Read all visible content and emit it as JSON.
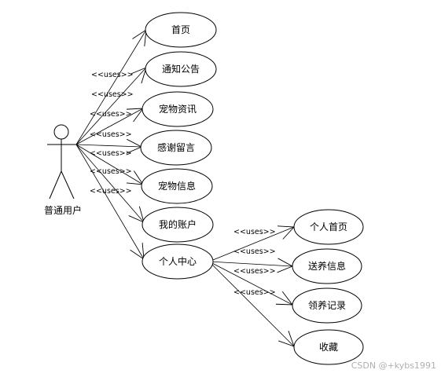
{
  "actor": {
    "label": "普通用户"
  },
  "use_cases": {
    "home": "首页",
    "notice": "通知公告",
    "pet_news": "宠物资讯",
    "thanks": "感谢留言",
    "pet_info": "宠物信息",
    "account": "我的账户",
    "center": "个人中心",
    "personal_home": "个人首页",
    "foster_info": "送养信息",
    "adopt_record": "领养记录",
    "favorites": "收藏"
  },
  "relation_label": "<<uses>>",
  "watermark": "CSDN @+kybs1991"
}
